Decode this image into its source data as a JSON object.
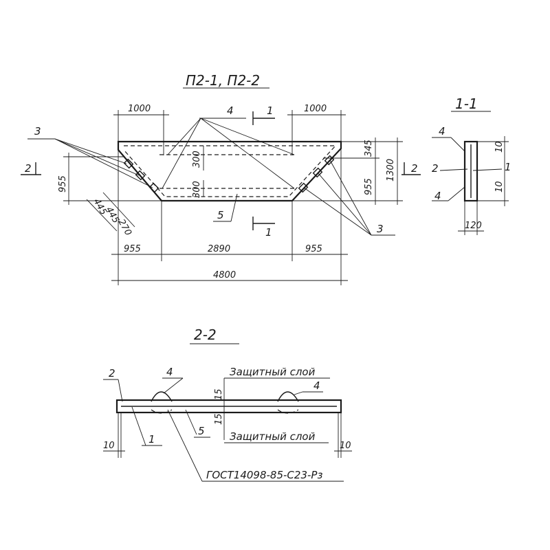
{
  "titles": {
    "plan": "П2-1, П2-2",
    "section_1": "1-1",
    "section_2": "2-2"
  },
  "plan_dims": {
    "top_left": "1000",
    "top_right": "1000",
    "total": "4800",
    "bottom_left": "955",
    "bottom_middle": "2890",
    "bottom_right": "955",
    "left_height": "955",
    "right_height": "955",
    "right_top": "345",
    "right_total": "1300",
    "inner_top": "300",
    "inner_bottom": "300",
    "diag_a": "445",
    "diag_b": "445",
    "diag_c": "270"
  },
  "plan_labels": {
    "cut_1": "1",
    "cut_2": "2",
    "pos_3_left": "3",
    "pos_3_right": "3",
    "pos_4": "4",
    "pos_5": "5"
  },
  "section_1": {
    "dim_width": "120",
    "dim_top": "10",
    "dim_bottom": "10",
    "pos_4_top": "4",
    "pos_4_bottom": "4",
    "pos_2": "2",
    "pos_1": "1"
  },
  "section_2": {
    "layer_top": "Защитный слой",
    "layer_bottom": "Защитный слой",
    "cover_top": "15",
    "cover_bottom": "15",
    "dim_left": "10",
    "dim_right": "10",
    "pos_2": "2",
    "pos_4_left": "4",
    "pos_4_right": "4",
    "pos_1": "1",
    "pos_5": "5",
    "standard": "ГОСТ14098-85-С23-Рз"
  }
}
